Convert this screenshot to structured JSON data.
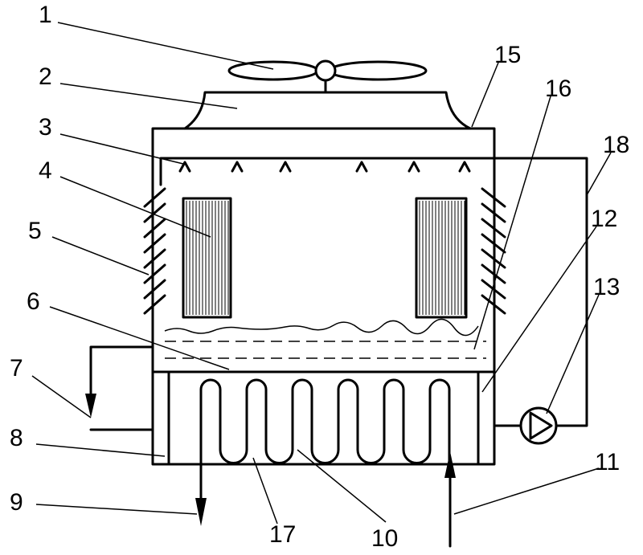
{
  "diagram": {
    "labels": {
      "l1": "1",
      "l2": "2",
      "l3": "3",
      "l4": "4",
      "l5": "5",
      "l6": "6",
      "l7": "7",
      "l8": "8",
      "l9": "9",
      "l10": "10",
      "l11": "11",
      "l12": "12",
      "l13": "13",
      "l15": "15",
      "l16": "16",
      "l17": "17",
      "l18": "18"
    }
  }
}
